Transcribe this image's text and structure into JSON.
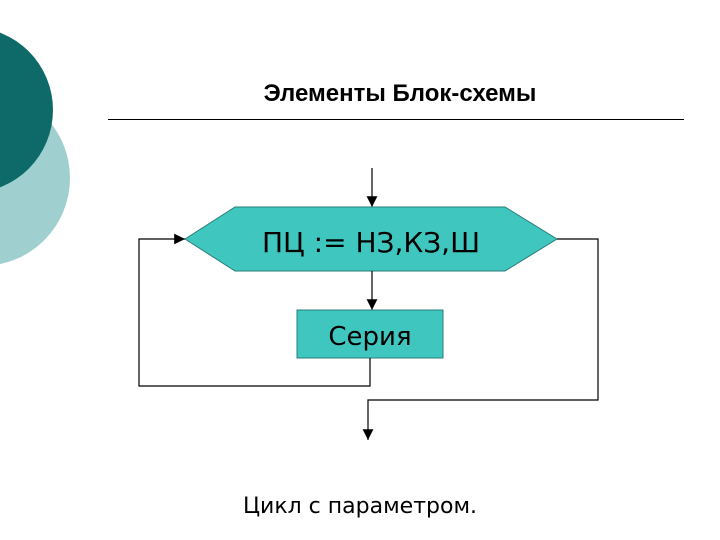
{
  "slide": {
    "title": "Элементы Блок-схемы",
    "caption": "Цикл с параметром."
  },
  "diagram": {
    "loop_header_text": "ПЦ := НЗ,КЗ,Ш",
    "body_text": "Серия"
  },
  "colors": {
    "deco_dark": "#0d6a68",
    "deco_light": "#9fd0cf",
    "shape_fill": "#3fc6bf",
    "line": "#000000"
  }
}
